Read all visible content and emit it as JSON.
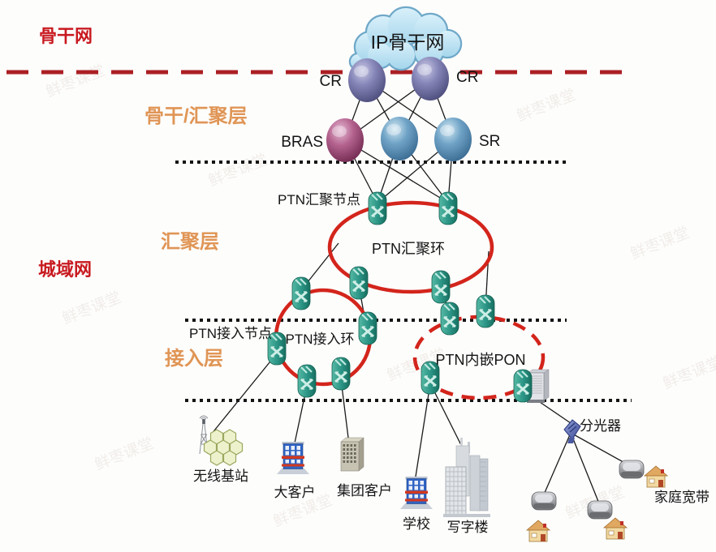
{
  "watermark": "鲜枣课堂",
  "layers": {
    "backbone": "骨干网",
    "backbone_agg": "骨干/汇聚层",
    "agg": "汇聚层",
    "metro": "城域网",
    "access": "接入层"
  },
  "backbone": {
    "cloud": "IP骨干网",
    "cr_left": "CR",
    "cr_right": "CR",
    "bras": "BRAS",
    "sr": "SR"
  },
  "ptn": {
    "agg_node": "PTN汇聚节点",
    "agg_ring": "PTN汇聚环",
    "access_node": "PTN接入节点",
    "access_ring": "PTN接入环",
    "embedded_pon": "PTN内嵌PON"
  },
  "premises": {
    "wireless_base_station": "无线基站",
    "big_customer": "大客户",
    "group_customer": "集团客户",
    "school": "学校",
    "office_building": "写字楼",
    "splitter": "分光器",
    "home_broadband": "家庭宽带"
  },
  "colors": {
    "ring_red": "#d3251c",
    "divider_red": "#ab1f23",
    "label_red": "#c81a20",
    "label_orange": "#e09555",
    "ptn_teal": "#2a9384",
    "cloud_blue": "#bfe2f2"
  }
}
